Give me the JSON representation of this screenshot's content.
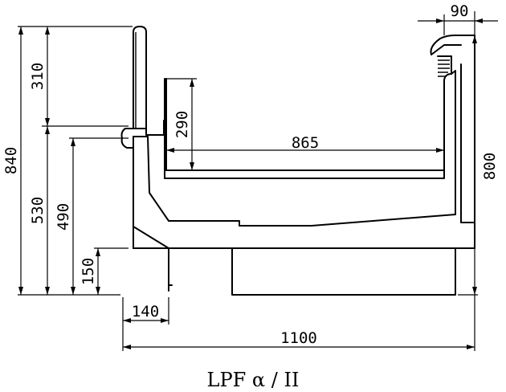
{
  "caption": "LPF α / II",
  "dimensions": {
    "d90": "90",
    "d310": "310",
    "d840": "840",
    "d290": "290",
    "d865": "865",
    "d800": "800",
    "d530": "530",
    "d490": "490",
    "d150": "150",
    "d140": "140",
    "d1100": "1100"
  },
  "colors": {
    "line": "#000000",
    "background": "#ffffff"
  }
}
